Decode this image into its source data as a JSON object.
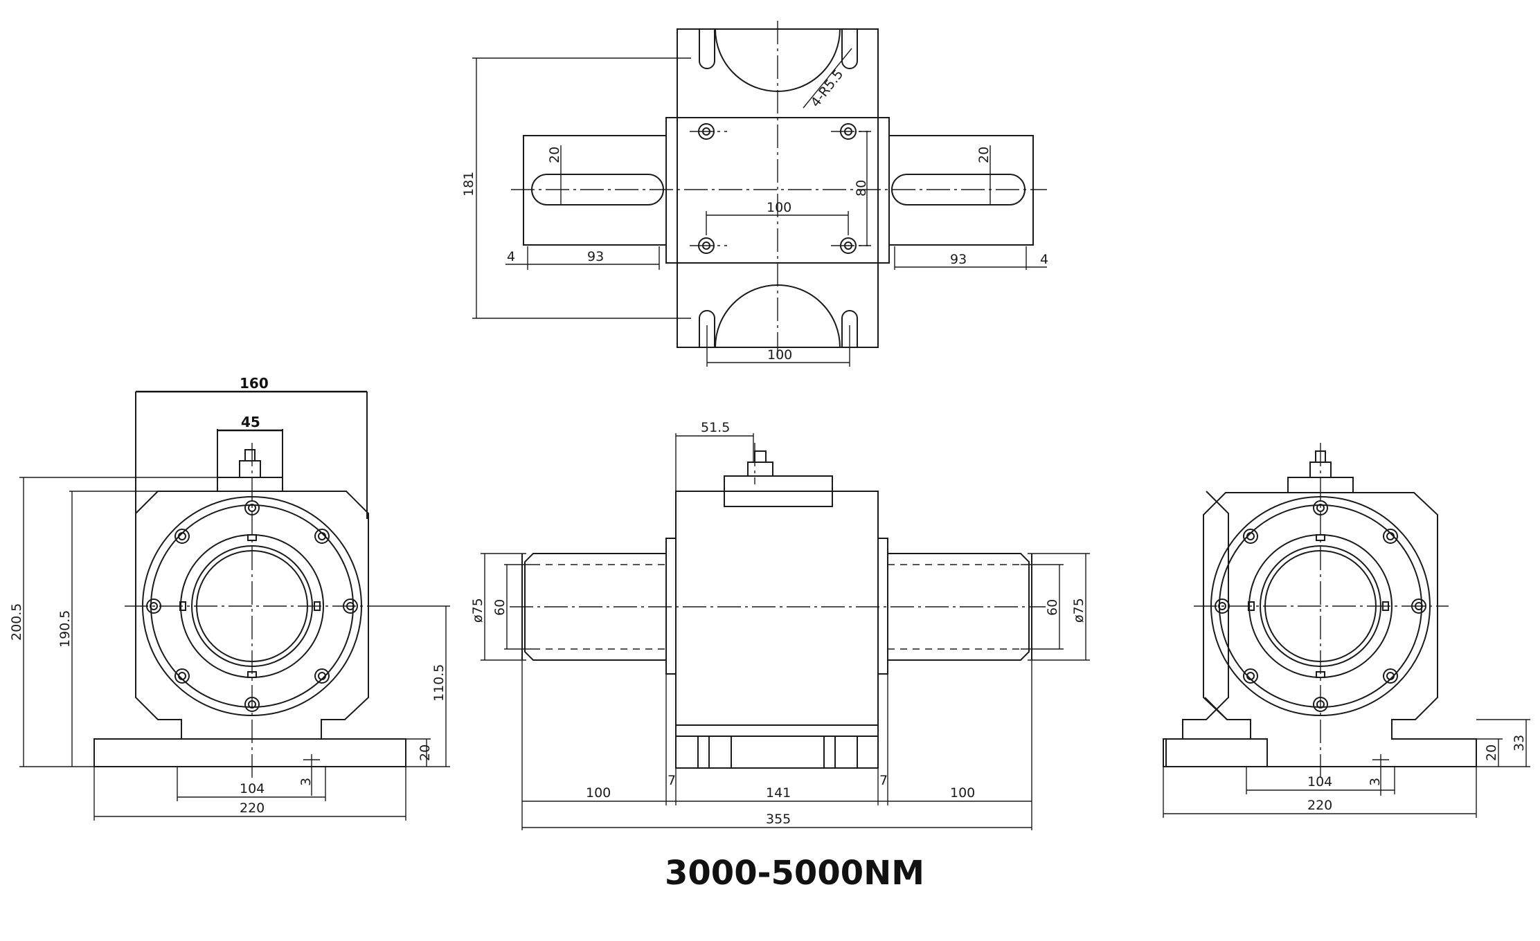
{
  "title": "3000-5000NM",
  "top_view": {
    "radius_note": "4-R5.5",
    "height": "181",
    "key_width_left": "20",
    "key_width_right": "20",
    "hole_spacing_v": "80",
    "hole_spacing_h": "100",
    "offset_left": "4",
    "offset_right": "4",
    "key_len_left": "93",
    "key_len_right": "93",
    "slot_spacing": "100"
  },
  "left_view": {
    "width_top": "160",
    "connector_width": "45",
    "total_height": "200.5",
    "body_height": "190.5",
    "axis_height": "110.5",
    "base_thickness": "20",
    "foot_step": "3",
    "base_inner": "104",
    "base_outer": "220"
  },
  "front_view": {
    "connector_offset": "51.5",
    "dia_outer_left": "ø75",
    "dia_inner_left": "60",
    "dia_outer_right": "ø75",
    "dia_inner_right": "60",
    "gap_left": "7",
    "gap_right": "7",
    "shaft_left": "100",
    "body_len": "141",
    "shaft_right": "100",
    "total_len": "355"
  },
  "right_view": {
    "base_thickness": "20",
    "base_height": "33",
    "foot_step": "3",
    "base_inner": "104",
    "base_outer": "220"
  }
}
